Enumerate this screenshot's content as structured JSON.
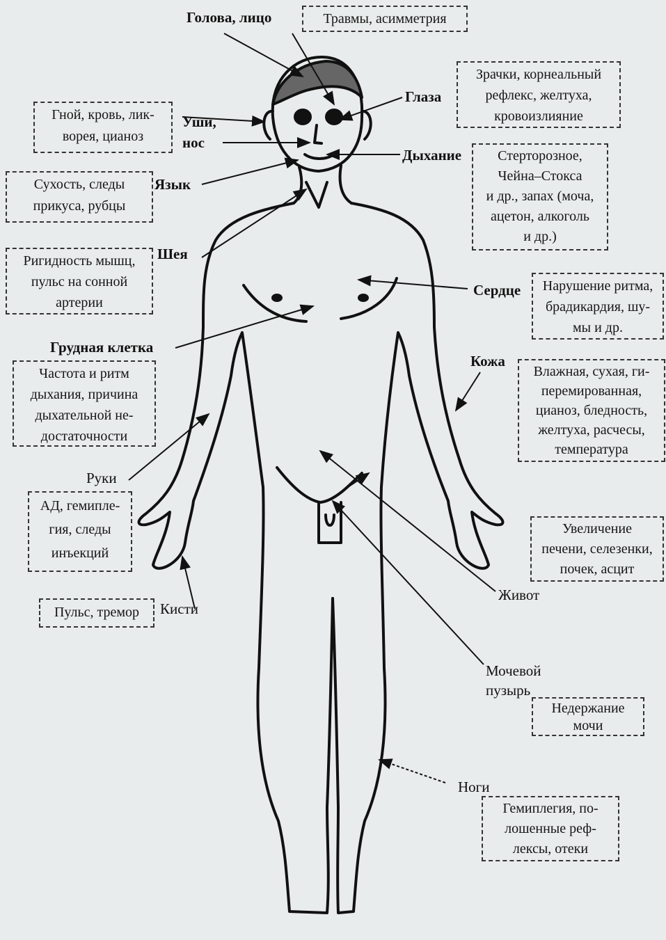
{
  "labels": {
    "head": "Голова, лицо",
    "eyes": "Глаза",
    "ears_nose": "Уши,\nнос",
    "breathing": "Дыхание",
    "tongue": "Язык",
    "neck": "Шея",
    "heart": "Сердце",
    "chest": "Грудная клетка",
    "skin": "Кожа",
    "arms": "Руки",
    "hands": "Кисти",
    "abdomen": "Живот",
    "bladder": "Мочевой\nпузырь",
    "legs": "Ноги"
  },
  "boxes": {
    "head": "Травмы, асимметрия",
    "eyes": "Зрачки, корнеальный\nрефлекс, желтуха,\nкровоизлияние",
    "ears_nose": "Гной, кровь, лик-\nворея, цианоз",
    "breathing": "Стерторозное,\nЧейна–Стокса\nи др., запах (моча,\nацетон, алкоголь\nи др.)",
    "tongue": "Сухость, следы\nприкуса, рубцы",
    "neck": "Ригидность мышц,\nпульс на сонной\nартерии",
    "heart": "Нарушение ритма,\nбрадикардия, шу-\nмы и др.",
    "chest": "Частота и ритм\nдыхания, причина\nдыхательной не-\nдостаточности",
    "skin": "Влажная, сухая, ги-\nперемированная,\nцианоз, бледность,\nжелтуха, расчесы,\nтемпература",
    "arms": "АД, гемипле-\nгия, следы\nинъекций",
    "hands": "Пульс, тремор",
    "abdomen": "Увеличение\nпечени, селезенки,\nпочек, асцит",
    "bladder": "Недержание\nмочи",
    "legs": "Гемиплегия, по-\nлошенные реф-\nлексы, отеки"
  }
}
